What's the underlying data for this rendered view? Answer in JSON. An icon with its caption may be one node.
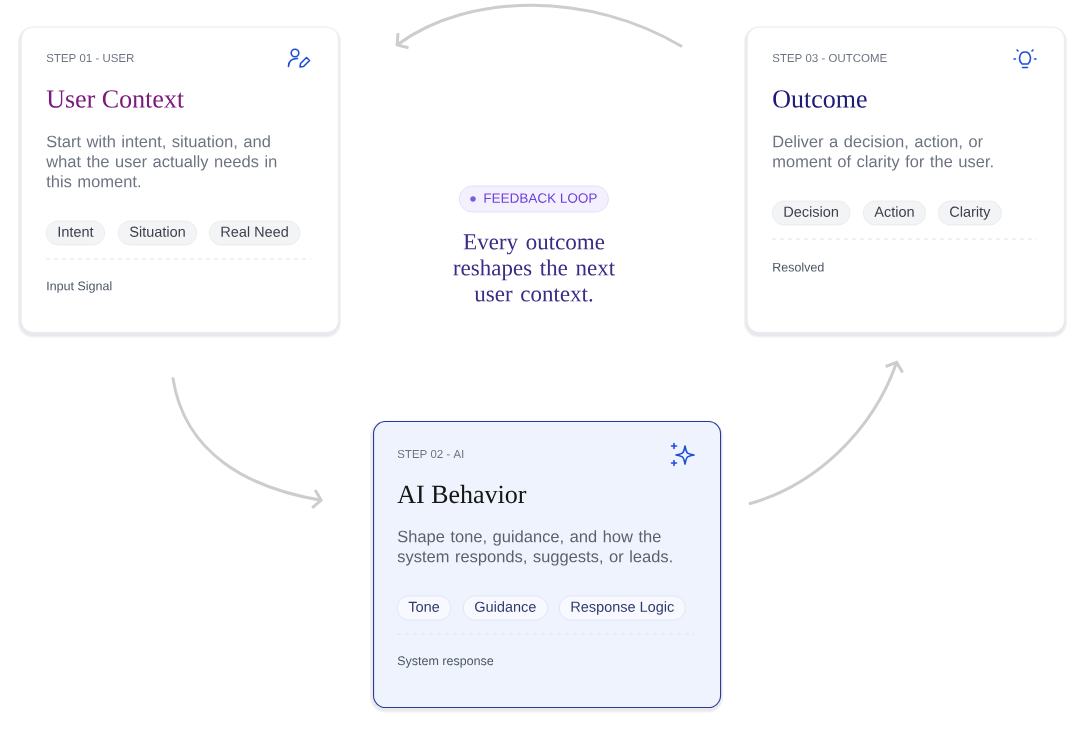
{
  "diagram": {
    "nodes": [
      {
        "text": [
          "STEP 01 - USER",
          "User Context",
          "Start with intent, situation, and what the user actually needs in this moment.",
          "Input Signal"
        ]
      },
      {
        "text": [
          "Intent"
        ],
        "in": 0
      },
      {
        "text": [
          "Situation"
        ],
        "in": 0
      },
      {
        "text": [
          "Real Need"
        ],
        "in": 0
      },
      {
        "text": [
          "FEEDBACK LOOP"
        ]
      },
      {
        "text": [
          "STEP 03 - OUTCOME",
          "Outcome",
          "Deliver a decision, action, or moment of clarity for the user.",
          "Resolved"
        ]
      },
      {
        "text": [
          "Decision"
        ],
        "in": 5
      },
      {
        "text": [
          "Action"
        ],
        "in": 5
      },
      {
        "text": [
          "Clarity"
        ],
        "in": 5
      },
      {
        "text": [
          "STEP 02 - AI",
          "AI Behavior",
          "Shape tone, guidance, and how the system responds, suggests, or leads.",
          "System response"
        ]
      },
      {
        "text": [
          "Tone"
        ],
        "in": 9
      },
      {
        "text": [
          "Guidance"
        ],
        "in": 9
      },
      {
        "text": [
          "Response Logic"
        ],
        "in": 9
      }
    ],
    "edges": [
      {
        "from": 0,
        "to": 9,
        "arrow": "to"
      },
      {
        "from": 9,
        "to": 5,
        "arrow": "to"
      },
      {
        "from": 5,
        "to": 0,
        "arrow": "to"
      }
    ],
    "labels": [
      "Every outcome reshapes the next user context."
    ]
  }
}
